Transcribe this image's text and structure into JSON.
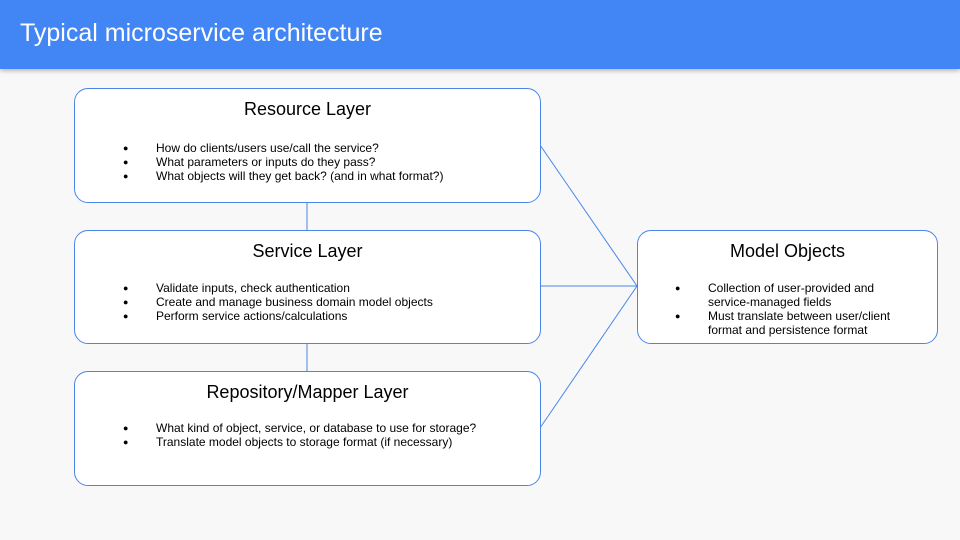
{
  "slide": {
    "title": "Typical microservice architecture"
  },
  "resource_layer": {
    "title": "Resource Layer",
    "bullets": [
      "How do clients/users use/call the service?",
      "What parameters or inputs do they pass?",
      "What objects will they get back? (and in what format?)"
    ]
  },
  "service_layer": {
    "title": "Service Layer",
    "bullets": [
      "Validate inputs, check authentication",
      "Create and manage business domain model objects",
      "Perform service actions/calculations"
    ]
  },
  "repository_layer": {
    "title": "Repository/Mapper Layer",
    "bullets": [
      "What kind of object, service, or database to use for storage?",
      "Translate model objects to storage format (if necessary)"
    ]
  },
  "model_objects": {
    "title": "Model Objects",
    "bullets": [
      "Collection of user-provided and service-managed fields",
      "Must translate between user/client format and persistence format"
    ]
  },
  "colors": {
    "header": "#4285f4",
    "box_border": "#4a86e8",
    "connector": "#4a86e8"
  }
}
